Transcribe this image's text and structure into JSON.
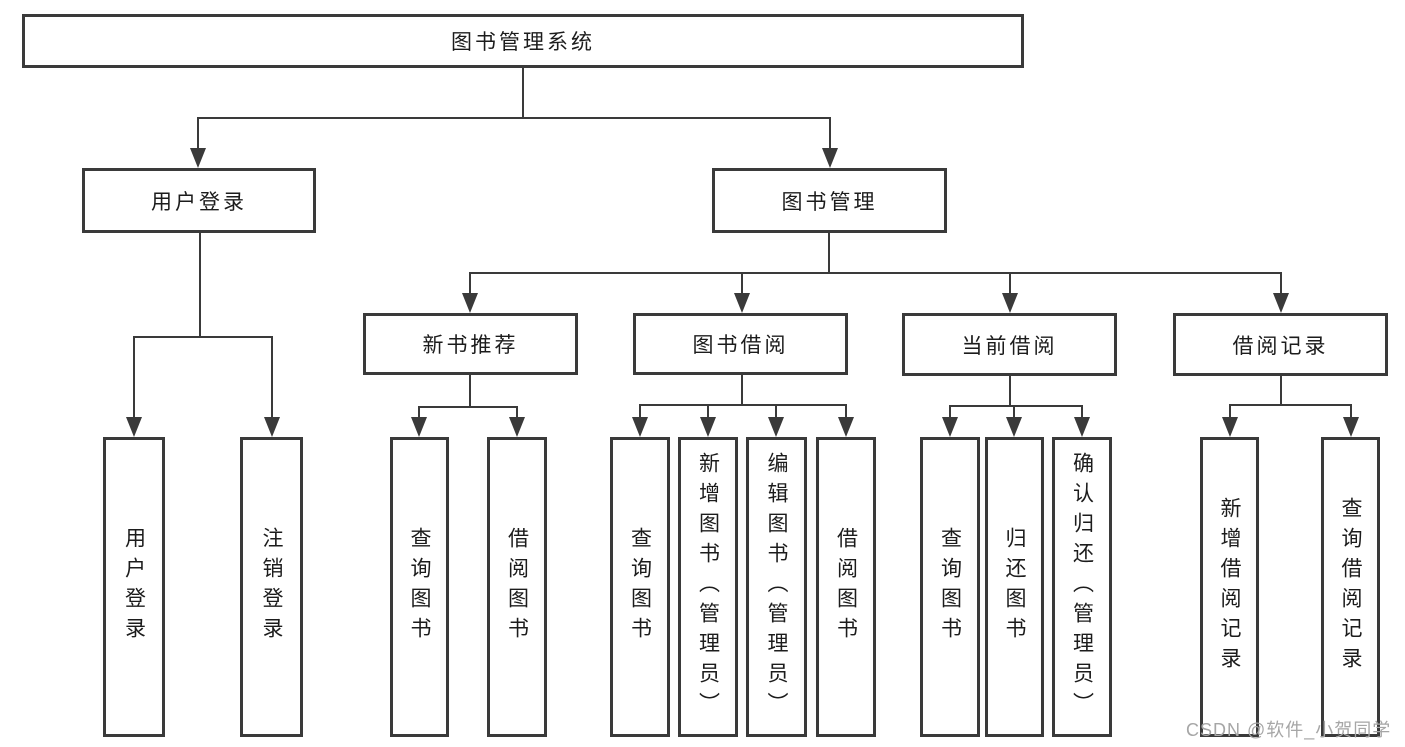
{
  "diagram": {
    "root": {
      "label": "图书管理系统"
    },
    "branches": [
      {
        "label": "用户登录",
        "children": [
          {
            "label": "用户登录"
          },
          {
            "label": "注销登录"
          }
        ]
      },
      {
        "label": "图书管理",
        "children": [
          {
            "label": "新书推荐",
            "children": [
              {
                "label": "查询图书"
              },
              {
                "label": "借阅图书"
              }
            ]
          },
          {
            "label": "图书借阅",
            "children": [
              {
                "label": "查询图书"
              },
              {
                "label": "新增图书（管理员）"
              },
              {
                "label": "编辑图书（管理员）"
              },
              {
                "label": "借阅图书"
              }
            ]
          },
          {
            "label": "当前借阅",
            "children": [
              {
                "label": "查询图书"
              },
              {
                "label": "归还图书"
              },
              {
                "label": "确认归还（管理员）"
              }
            ]
          },
          {
            "label": "借阅记录",
            "children": [
              {
                "label": "新增借阅记录"
              },
              {
                "label": "查询借阅记录"
              }
            ]
          }
        ]
      }
    ],
    "watermark": "CSDN @软件_小贺同学",
    "colors": {
      "line": "#3a3a3a",
      "text": "#1c1c1c",
      "watermark": "#a6a6a6",
      "background": "#ffffff"
    }
  }
}
